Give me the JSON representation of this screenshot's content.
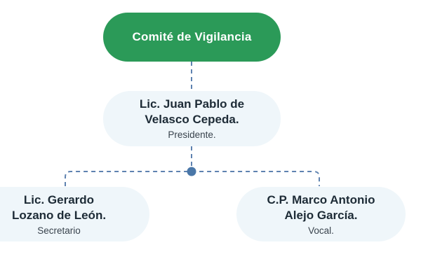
{
  "palette": {
    "page_bg": "#ffffff",
    "root_bg": "#2b9a58",
    "root_text": "#ffffff",
    "node_bg": "#eff6fa",
    "name_text": "#1d2b36",
    "role_text": "#39434d",
    "connector": "#5e82b0",
    "junction_dot": "#4a77a8"
  },
  "org_chart": {
    "root": {
      "title": "Comité de Vigilancia"
    },
    "president": {
      "name_lines": [
        "Lic. Juan Pablo de",
        "Velasco Cepeda."
      ],
      "role": "Presidente."
    },
    "members": [
      {
        "name_lines": [
          "Lic. Gerardo",
          "Lozano de León."
        ],
        "role": "Secretario"
      },
      {
        "name_lines": [
          "C.P. Marco Antonio",
          "Alejo García."
        ],
        "role": "Vocal."
      }
    ]
  }
}
